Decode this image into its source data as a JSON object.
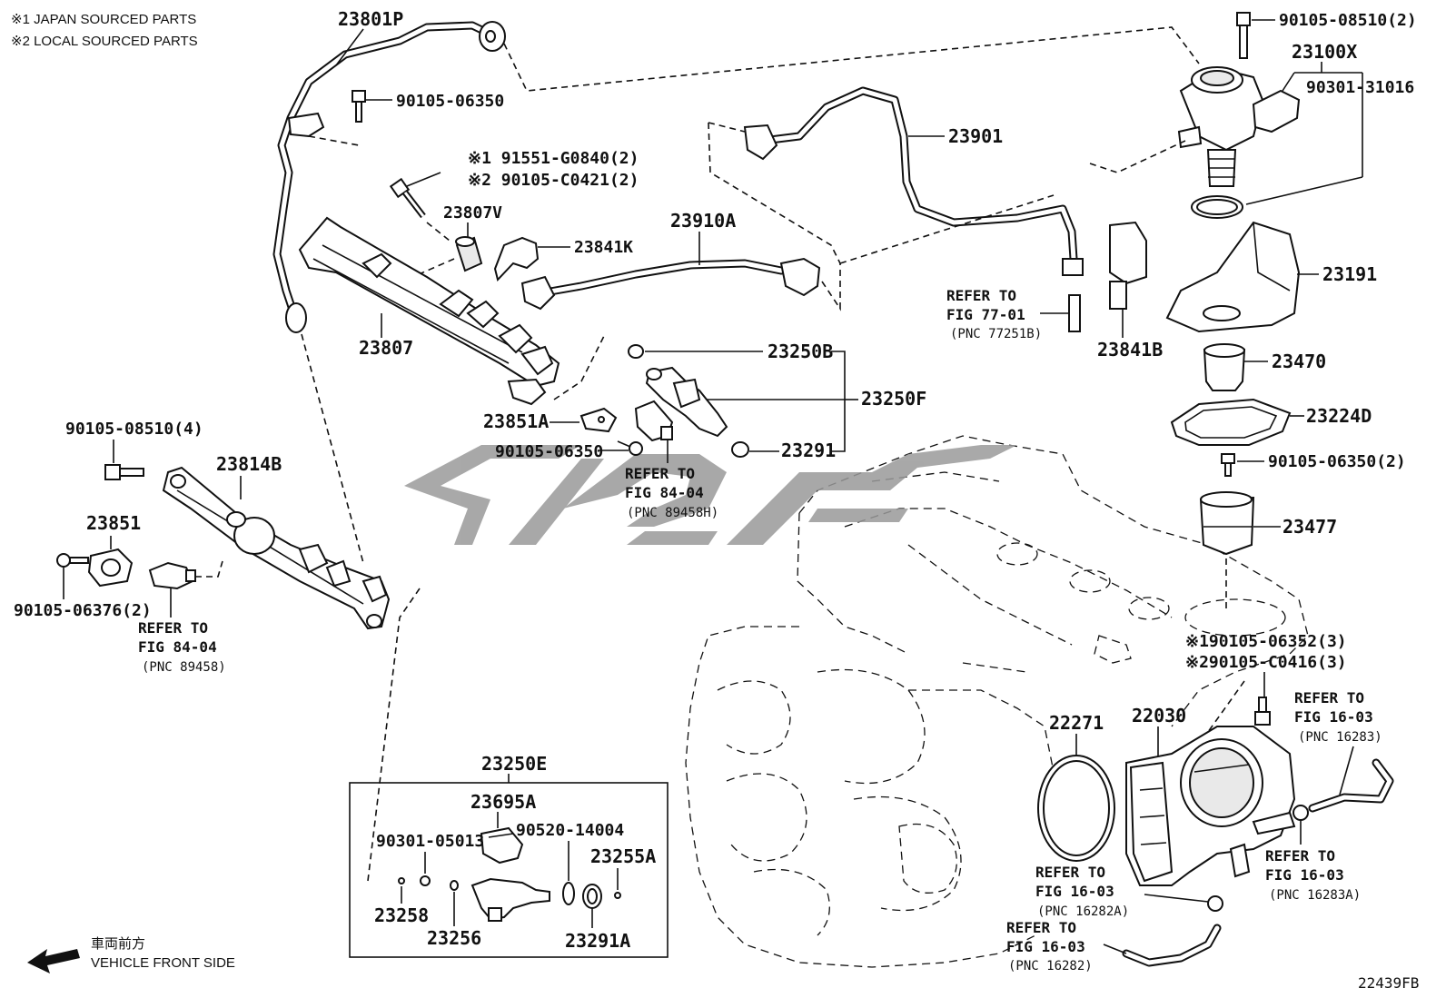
{
  "header": {
    "note1": "※1 JAPAN SOURCED PARTS",
    "note2": "※2 LOCAL SOURCED PARTS"
  },
  "labels": {
    "p23801P": "23801P",
    "p90105_06350_a": "90105-06350",
    "p91551": "※1 91551-G0840(2)",
    "p90105_C0421": "※2 90105-C0421(2)",
    "p23807V": "23807V",
    "p23841K": "23841K",
    "p23910A": "23910A",
    "p23901": "23901",
    "p90105_08510_2": "90105-08510(2)",
    "p23100X": "23100X",
    "p90301_31016": "90301-31016",
    "p23191": "23191",
    "p23841B": "23841B",
    "p23470": "23470",
    "p23224D": "23224D",
    "p90105_06350_2": "90105-06350(2)",
    "p23477": "23477",
    "p23807": "23807",
    "p23250B": "23250B",
    "p23250F": "23250F",
    "p23291": "23291",
    "p23851A": "23851A",
    "p90105_06350_b": "90105-06350",
    "p90105_08510_4": "90105-08510(4)",
    "p23814B": "23814B",
    "p23851": "23851",
    "p90105_06376": "90105-06376(2)",
    "p90105_06352": "※190105-06352(3)",
    "p90105_C0416": "※290105-C0416(3)",
    "p22271": "22271",
    "p22030": "22030",
    "p23250E": "23250E",
    "p23695A": "23695A",
    "p90301_05013": "90301-05013",
    "p90520_14004": "90520-14004",
    "p23255A": "23255A",
    "p23258": "23258",
    "p23256": "23256",
    "p23291A": "23291A"
  },
  "refs": {
    "r77": {
      "l1": "REFER TO",
      "l2": "FIG 77-01",
      "pnc": "(PNC 77251B)"
    },
    "r84a": {
      "l1": "REFER TO",
      "l2": "FIG 84-04",
      "pnc": "(PNC 89458H)"
    },
    "r84b": {
      "l1": "REFER TO",
      "l2": "FIG 84-04",
      "pnc": "(PNC 89458)"
    },
    "r16a": {
      "l1": "REFER TO",
      "l2": "FIG 16-03",
      "pnc": "(PNC 16283)"
    },
    "r16b": {
      "l1": "REFER TO",
      "l2": "FIG 16-03",
      "pnc": "(PNC 16283A)"
    },
    "r16c": {
      "l1": "REFER TO",
      "l2": "FIG 16-03",
      "pnc": "(PNC 16282A)"
    },
    "r16d": {
      "l1": "REFER TO",
      "l2": "FIG 16-03",
      "pnc": "(PNC 16282)"
    }
  },
  "footer": {
    "direction_jp": "車両前方",
    "direction_en": "VEHICLE FRONT SIDE",
    "figure_code": "22439FB"
  },
  "colors": {
    "line": "#111111",
    "watermark": "#9a9a9a",
    "background": "#ffffff"
  },
  "icons": {
    "direction_arrow": "arrow-left-icon"
  }
}
